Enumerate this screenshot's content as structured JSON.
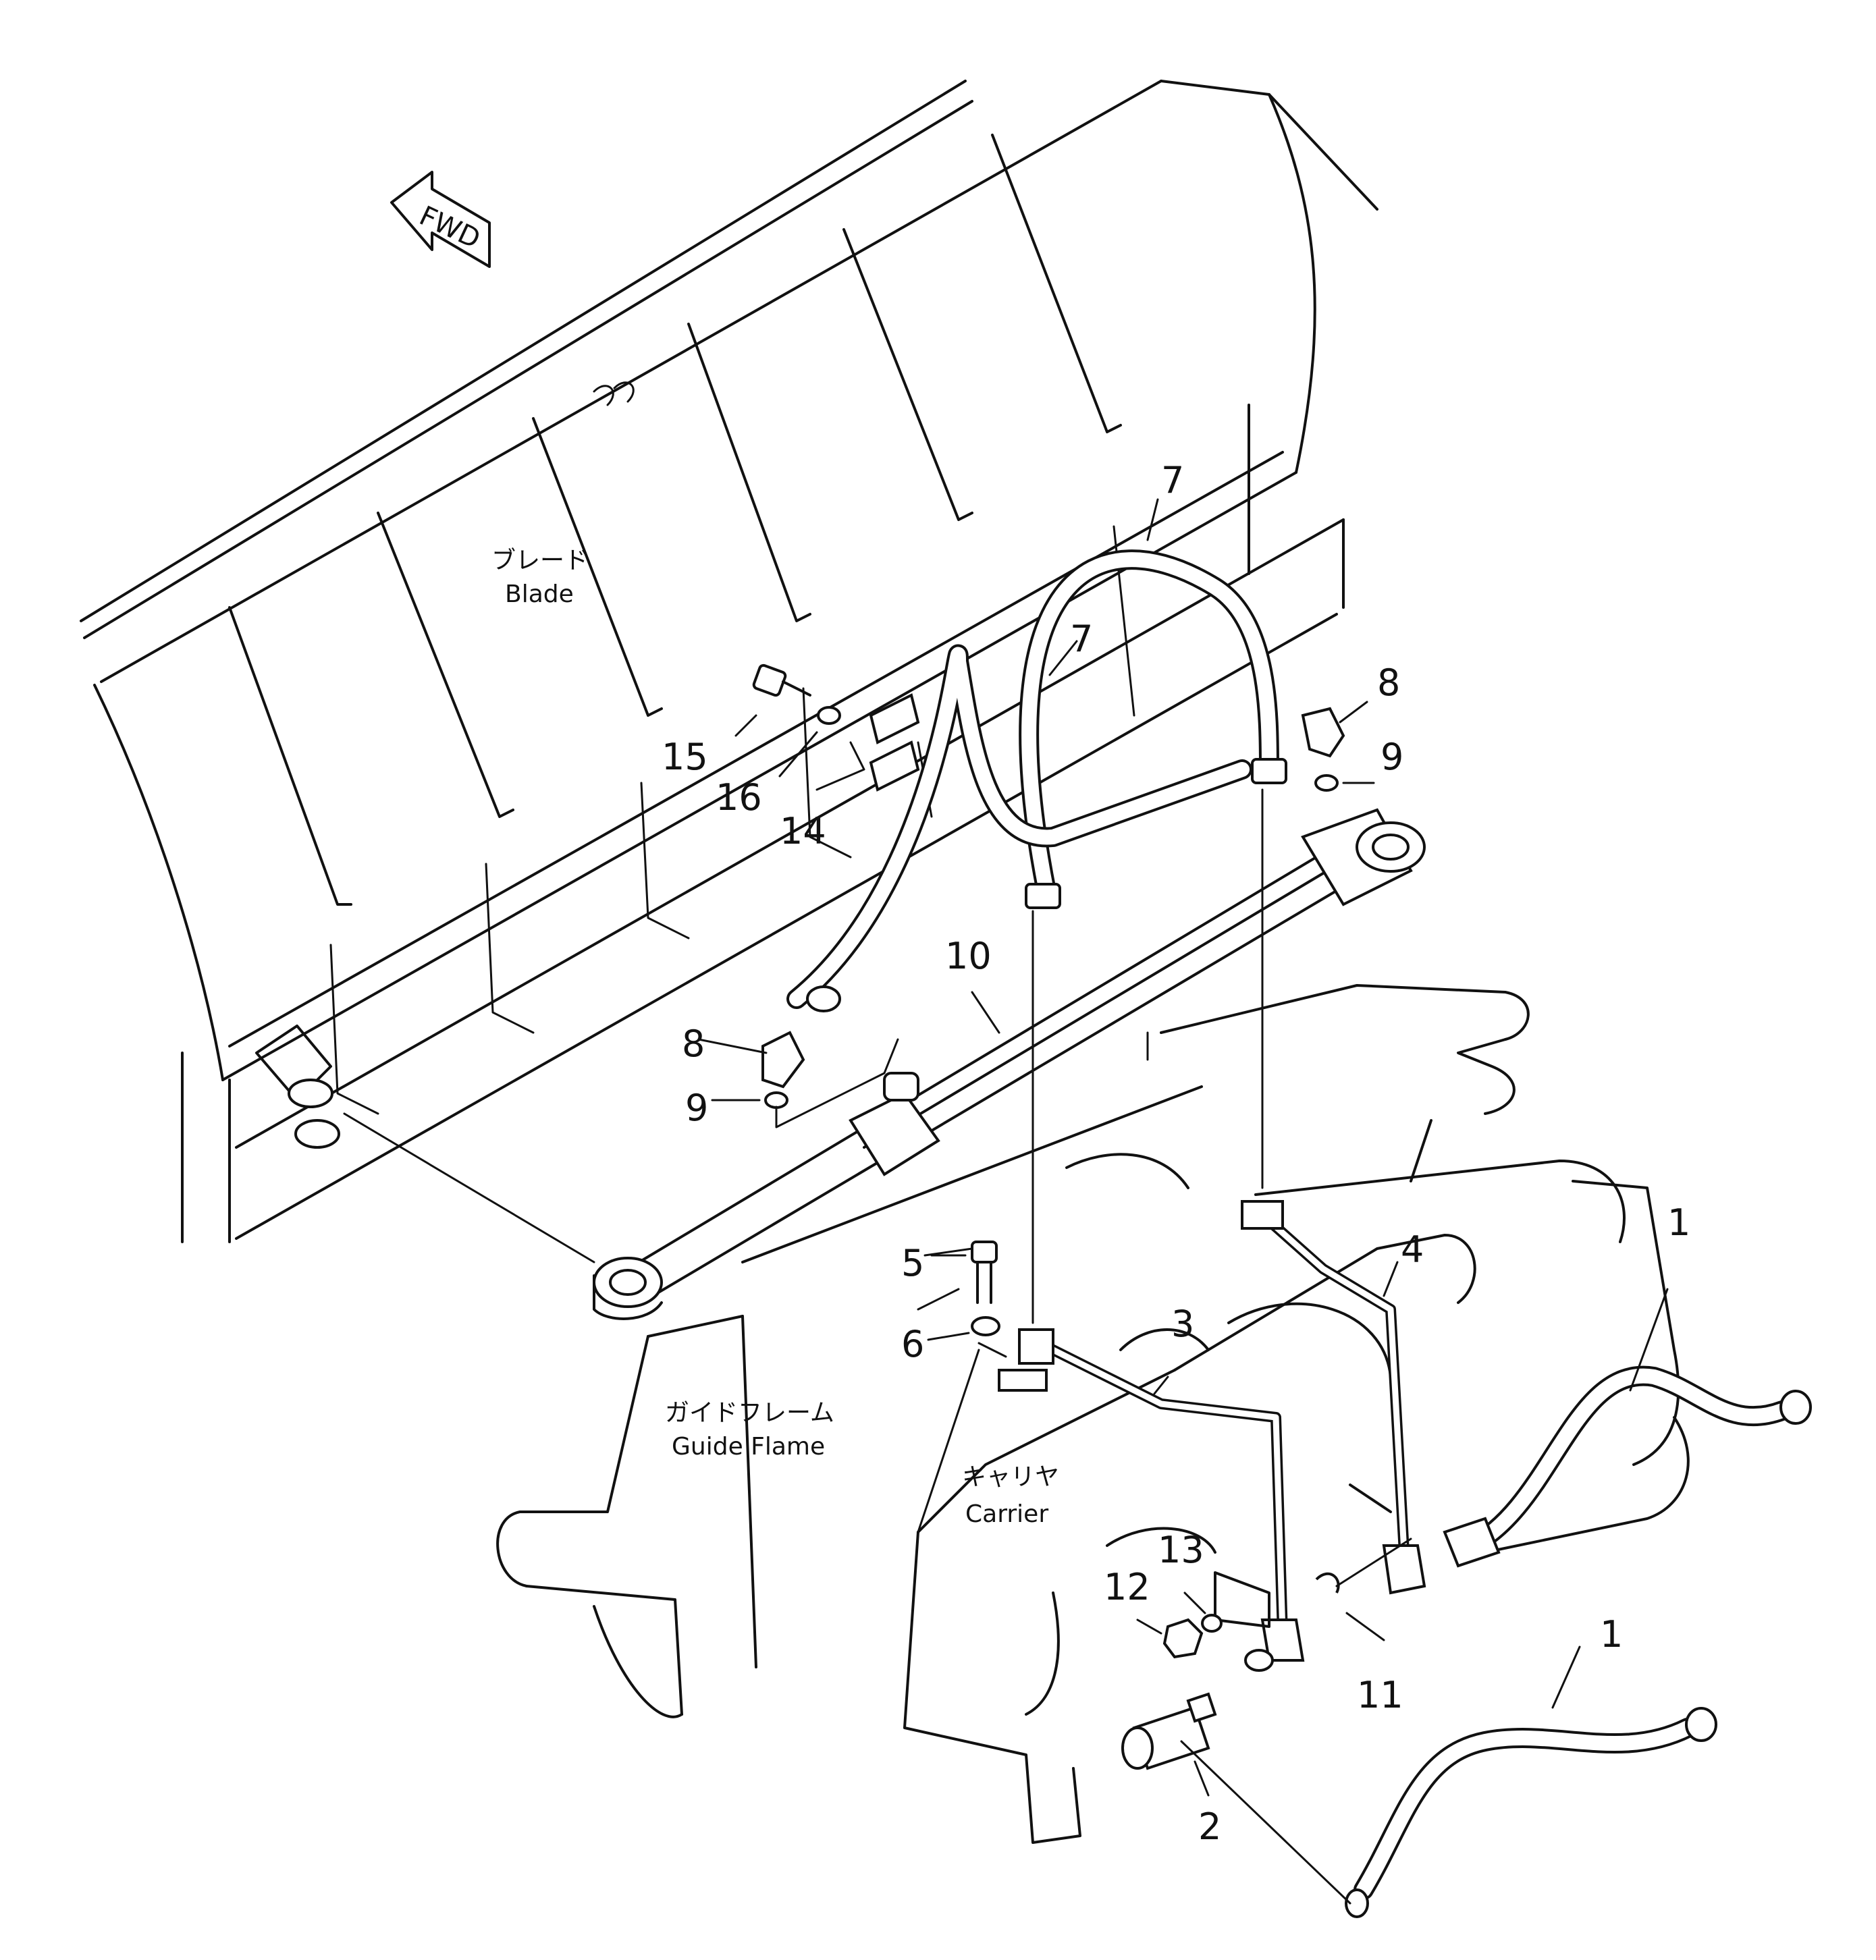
{
  "direction_marker": "FWD",
  "labels": {
    "blade_jp": "ブレード",
    "blade_en": "Blade",
    "guide_frame_jp": "ガイドフレーム",
    "guide_frame_en": "Guide Flame",
    "carrier_jp": "キャリヤ",
    "carrier_en": "Carrier"
  },
  "callouts": {
    "c1a": "1",
    "c1b": "1",
    "c2": "2",
    "c3": "3",
    "c4": "4",
    "c5": "5",
    "c6": "6",
    "c7a": "7",
    "c7b": "7",
    "c8a": "8",
    "c8b": "8",
    "c9a": "9",
    "c9b": "9",
    "c10": "10",
    "c11": "11",
    "c12": "12",
    "c13": "13",
    "c14": "14",
    "c15": "15",
    "c16": "16"
  }
}
